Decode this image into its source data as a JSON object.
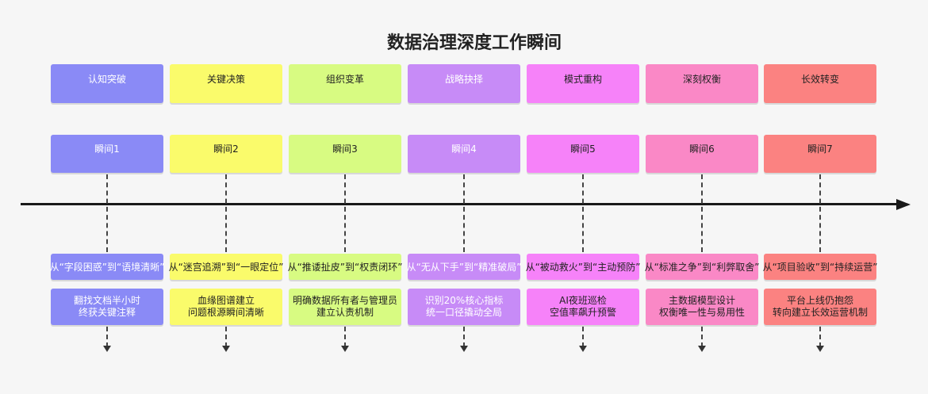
{
  "title": "数据治理深度工作瞬间",
  "colors": {
    "c1": "#8a8af6",
    "c2": "#fafb6b",
    "c3": "#d8fb82",
    "c4": "#c78bf7",
    "c5": "#f682f9",
    "c6": "#fa88c6",
    "c7": "#fb8281"
  },
  "items": [
    {
      "phase": "认知突破",
      "moment": "瞬间1",
      "shift": "从“字段困惑”到“语境清晰”",
      "detail_line1": "翻找文档半小时",
      "detail_line2": "终获关键注释",
      "color": "#8a8af6",
      "text_color": "#ffffff"
    },
    {
      "phase": "关键决策",
      "moment": "瞬间2",
      "shift": "从“迷宫追溯”到“一眼定位”",
      "detail_line1": "血缘图谱建立",
      "detail_line2": "问题根源瞬间清晰",
      "color": "#fafb6b",
      "text_color": "#222222"
    },
    {
      "phase": "组织变革",
      "moment": "瞬间3",
      "shift": "从“推诿扯皮”到“权责闭环”",
      "detail_line1": "明确数据所有者与管理员",
      "detail_line2": "建立认责机制",
      "color": "#d8fb82",
      "text_color": "#222222"
    },
    {
      "phase": "战略抉择",
      "moment": "瞬间4",
      "shift": "从“无从下手”到“精准破局”",
      "detail_line1": "识别20%核心指标",
      "detail_line2": "统一口径撬动全局",
      "color": "#c78bf7",
      "text_color": "#ffffff"
    },
    {
      "phase": "模式重构",
      "moment": "瞬间5",
      "shift": "从“被动救火”到“主动预防”",
      "detail_line1": "AI夜班巡检",
      "detail_line2": "空值率飙升预警",
      "color": "#f682f9",
      "text_color": "#222222"
    },
    {
      "phase": "深刻权衡",
      "moment": "瞬间6",
      "shift": "从“标准之争”到“利弊取舍”",
      "detail_line1": "主数据模型设计",
      "detail_line2": "权衡唯一性与易用性",
      "color": "#fa88c6",
      "text_color": "#222222"
    },
    {
      "phase": "长效转变",
      "moment": "瞬间7",
      "shift": "从“项目验收”到“持续运营”",
      "detail_line1": "平台上线仍抱怨",
      "detail_line2": "转向建立长效运营机制",
      "color": "#fb8281",
      "text_color": "#222222"
    }
  ]
}
